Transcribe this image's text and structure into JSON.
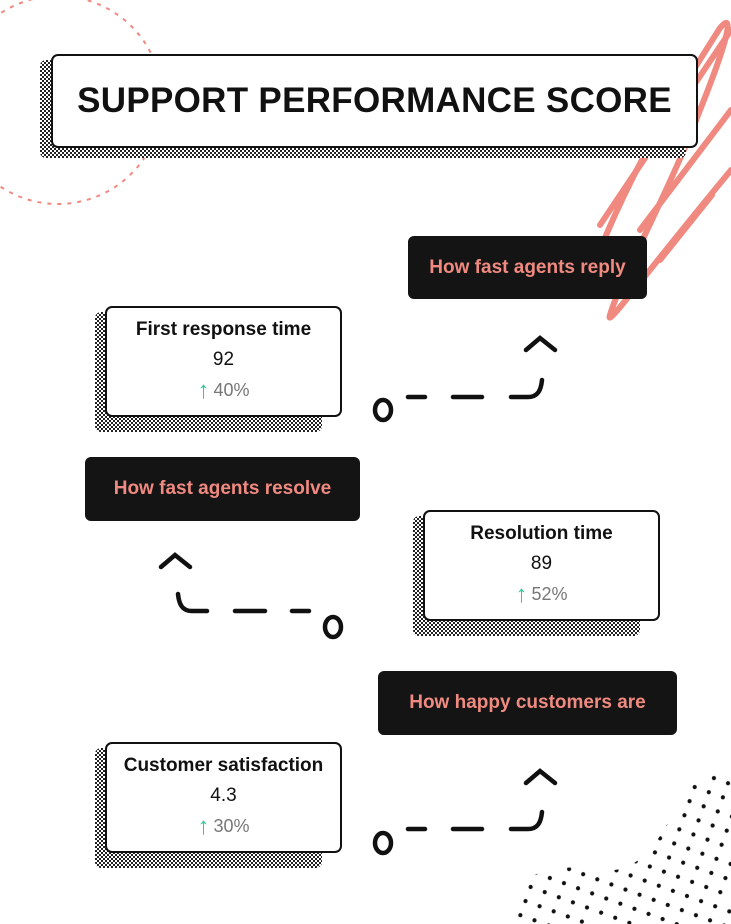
{
  "title": "SUPPORT PERFORMANCE SCORE",
  "colors": {
    "accent": "#f08a80",
    "up": "#2ec99a",
    "dark": "#141414"
  },
  "cards": [
    {
      "title": "First response time",
      "value": "92",
      "delta": "40%",
      "trend_icon": "arrow-up-icon"
    },
    {
      "title": "Resolution time",
      "value": "89",
      "delta": "52%",
      "trend_icon": "arrow-up-icon"
    },
    {
      "title": "Customer satisfaction",
      "value": "4.3",
      "delta": "30%",
      "trend_icon": "arrow-up-icon"
    }
  ],
  "labels": [
    "How fast agents reply",
    "How fast agents resolve",
    "How happy customers are"
  ],
  "arrow_glyph": "↑"
}
